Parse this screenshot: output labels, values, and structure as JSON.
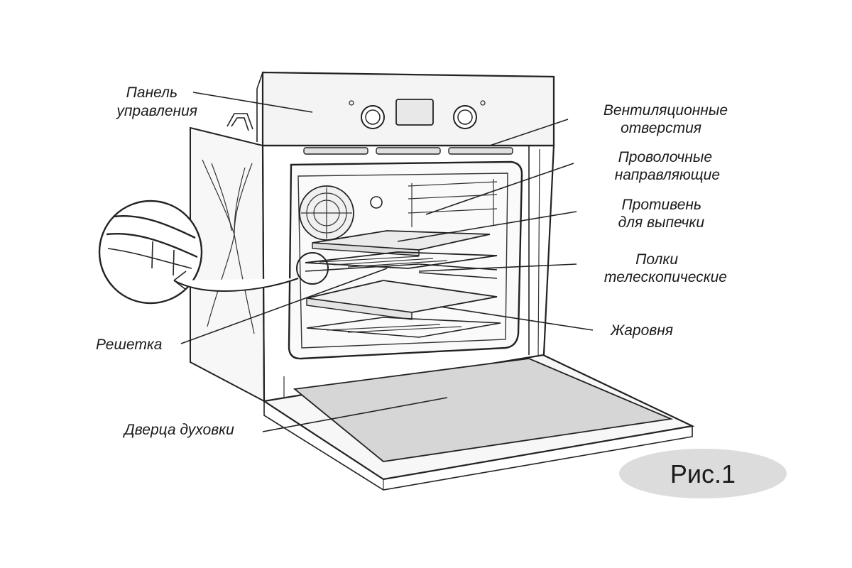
{
  "labels": {
    "control_panel": [
      "Панель",
      "управления"
    ],
    "vents": [
      "Вентиляционные",
      "отверстия"
    ],
    "wire_guides": [
      "Проволочные",
      "направляющие"
    ],
    "baking_tray": [
      "Противень",
      "для выпечки"
    ],
    "telescopic_shelves": [
      "Полки",
      "телескопические"
    ],
    "roasting_pan": [
      "Жаровня"
    ],
    "wire_rack": [
      "Решетка"
    ],
    "oven_door": [
      "Дверца духовки"
    ]
  },
  "figure_badge": "Рис.1",
  "colors": {
    "line": "#222222",
    "door_glass": "#d6d6d6",
    "badge_fill": "#dcdcdc",
    "panel_fill": "#f4f4f4"
  }
}
